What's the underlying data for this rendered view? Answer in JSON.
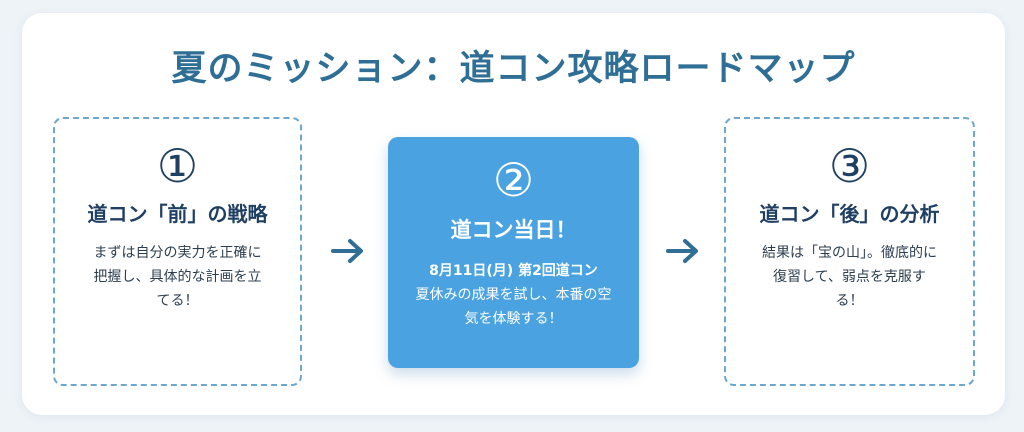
{
  "title": "夏のミッション：道コン攻略ロードマップ",
  "steps": [
    {
      "number": "①",
      "heading": "道コン「前」の戦略",
      "body": "まずは自分の実力を正確に把握し、具体的な計画を立てる！"
    },
    {
      "number": "②",
      "heading": "道コン当日！",
      "date_line": "8月11日(月) 第2回道コン",
      "body": "夏休みの成果を試し、本番の空気を体験する！"
    },
    {
      "number": "③",
      "heading": "道コン「後」の分析",
      "body": "結果は「宝の山」。徹底的に復習して、弱点を克服する！"
    }
  ],
  "colors": {
    "title": "#2f6f95",
    "accent": "#4aa3e0",
    "border": "#6ba7cf",
    "text_dark": "#1f3f63"
  },
  "icons": [
    "arrow-right-icon",
    "arrow-right-icon"
  ]
}
